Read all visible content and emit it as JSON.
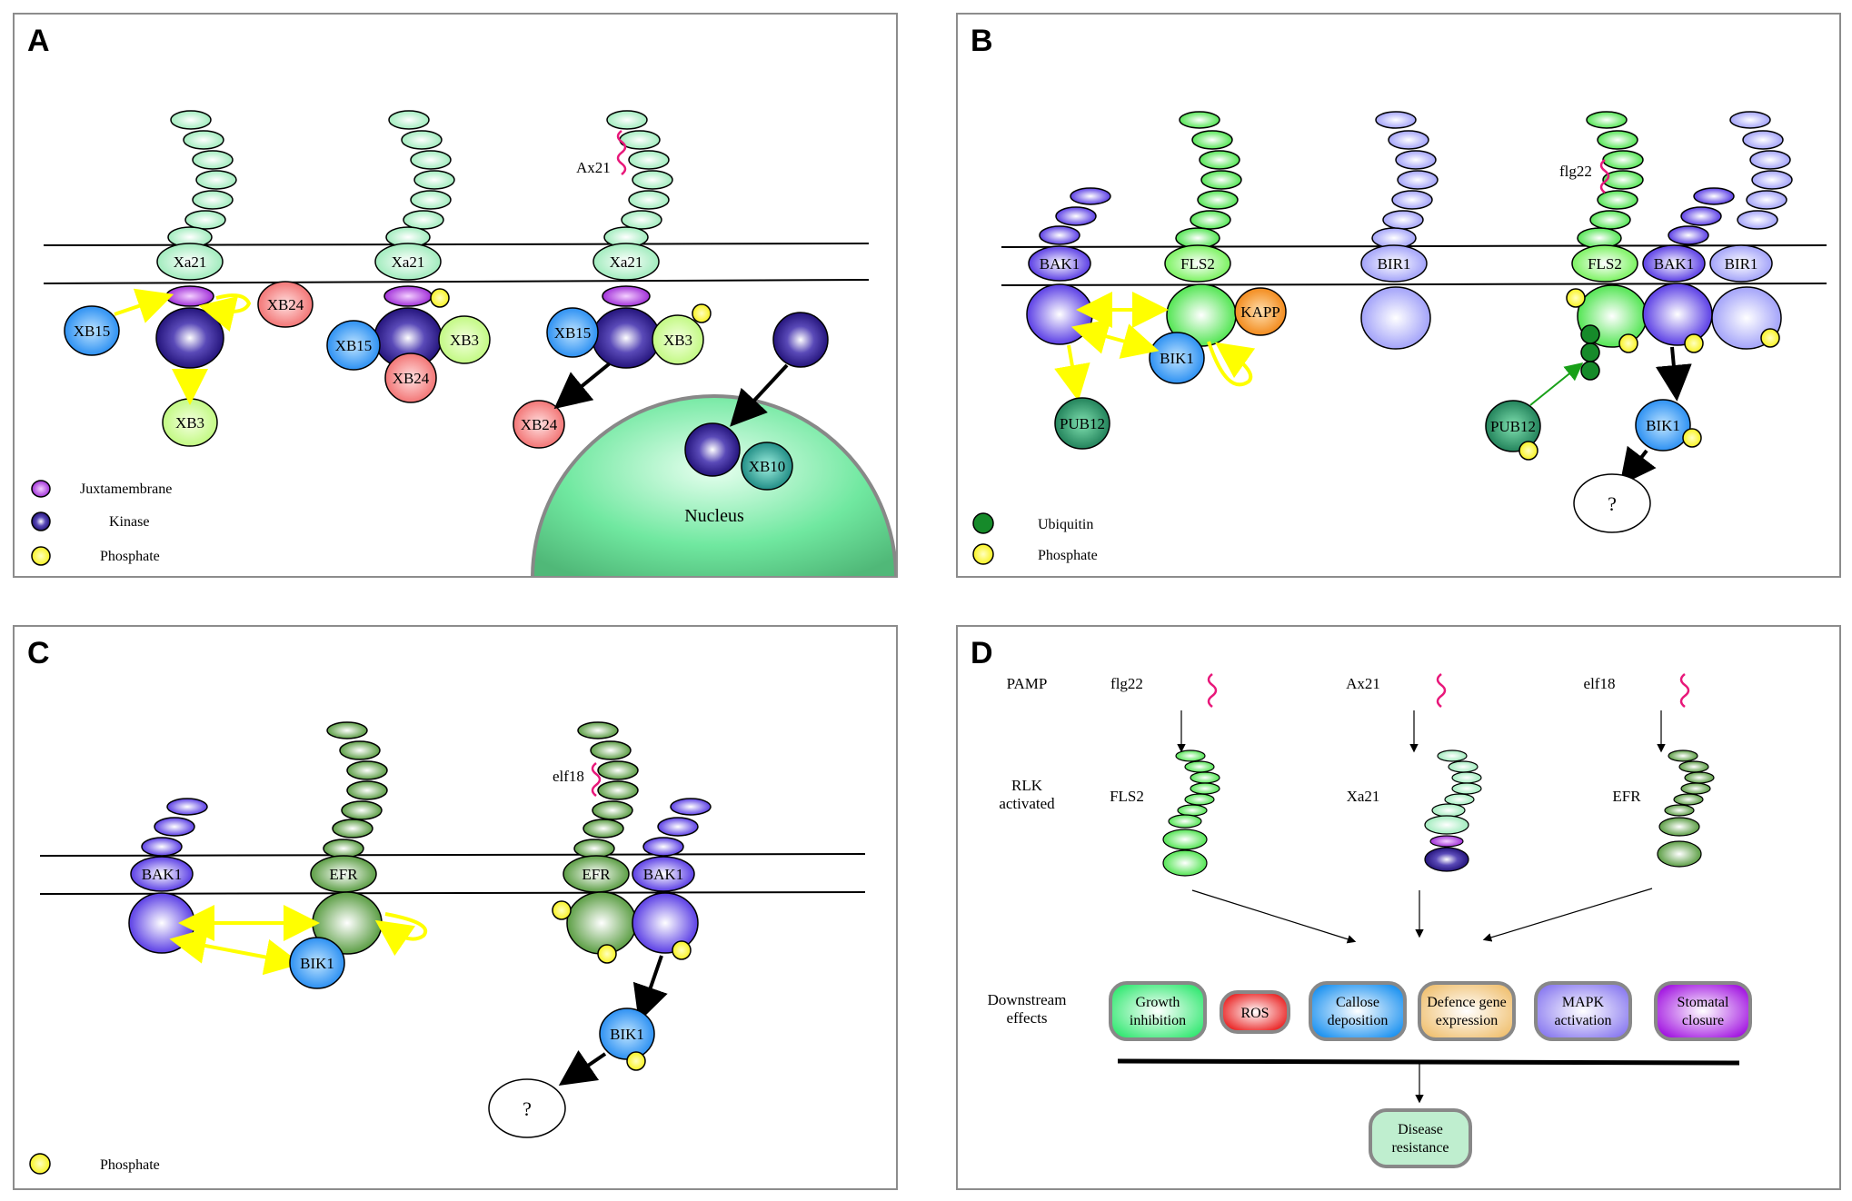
{
  "colors": {
    "xa21": "#b8f0cc",
    "fls2": "#3cf03c",
    "bir1": "#a8a8ff",
    "efr": "#4a9a2a",
    "bak1": "#4a28e6",
    "kinase_dark": "#2a1a88",
    "juxtamembrane": "#a020d8",
    "phosphate": "#ffff20",
    "ubiquitin": "#168a2a",
    "xb15": "#1890f0",
    "xb24": "#f07070",
    "xb3": "#c8ff80",
    "xb10": "#10908a",
    "kapp": "#f08010",
    "pub12": "#168a5a",
    "bik1": "#1890f0",
    "pamp_signal": "#e8187a",
    "nucleus": "#50e890",
    "arrow_yellow": "#ffff00",
    "arrow_green": "#18a018"
  },
  "panel_a": {
    "letter": "A",
    "receptor_labels": [
      "Xa21",
      "Xa21",
      "Xa21"
    ],
    "ax21_label": "Ax21",
    "xb15_labels": [
      "XB15",
      "XB15",
      "XB15"
    ],
    "xb24_labels": [
      "XB24",
      "XB24",
      "XB24"
    ],
    "xb3_labels": [
      "XB3",
      "XB3",
      "XB3"
    ],
    "xb10_label": "XB10",
    "nucleus_label": "Nucleus",
    "legend": {
      "juxtamembrane": "Juxtamembrane",
      "kinase": "Kinase",
      "phosphate": "Phosphate"
    }
  },
  "panel_b": {
    "letter": "B",
    "bak1_label": "BAK1",
    "fls2_label": "FLS2",
    "bir1_label": "BIR1",
    "kapp_label": "KAPP",
    "bik1_label": "BIK1",
    "pub12_label": "PUB12",
    "flg22_label": "flg22",
    "complex_labels": [
      "FLS2",
      "BAK1",
      "BIR1"
    ],
    "pub12_label_2": "PUB12",
    "bik1_label_2": "BIK1",
    "unknown_label": "?",
    "legend": {
      "ubiquitin": "Ubiquitin",
      "phosphate": "Phosphate"
    }
  },
  "panel_c": {
    "letter": "C",
    "bak1_label": "BAK1",
    "efr_label": "EFR",
    "bik1_label": "BIK1",
    "elf18_label": "elf18",
    "complex_labels": [
      "EFR",
      "BAK1"
    ],
    "bik1_label_2": "BIK1",
    "unknown_label": "?",
    "legend": {
      "phosphate": "Phosphate"
    }
  },
  "panel_d": {
    "letter": "D",
    "row_pamp": "PAMP",
    "row_rlk_line1": "RLK",
    "row_rlk_line2": "activated",
    "row_down_line1": "Downstream",
    "row_down_line2": "effects",
    "pamps": [
      "flg22",
      "Ax21",
      "elf18"
    ],
    "rlks": [
      "FLS2",
      "Xa21",
      "EFR"
    ],
    "effects": [
      {
        "line1": "Growth",
        "line2": "inhibition",
        "color": "#30e870"
      },
      {
        "line1": "ROS",
        "line2": "",
        "color": "#e81010"
      },
      {
        "line1": "Callose",
        "line2": "deposition",
        "color": "#1890f0"
      },
      {
        "line1": "Defence gene",
        "line2": "expression",
        "color": "#f0c070"
      },
      {
        "line1": "MAPK",
        "line2": "activation",
        "color": "#8878f0"
      },
      {
        "line1": "Stomatal",
        "line2": "closure",
        "color": "#a010e0"
      }
    ],
    "outcome_line1": "Disease",
    "outcome_line2": "resistance",
    "outcome_color": "#30e870"
  }
}
